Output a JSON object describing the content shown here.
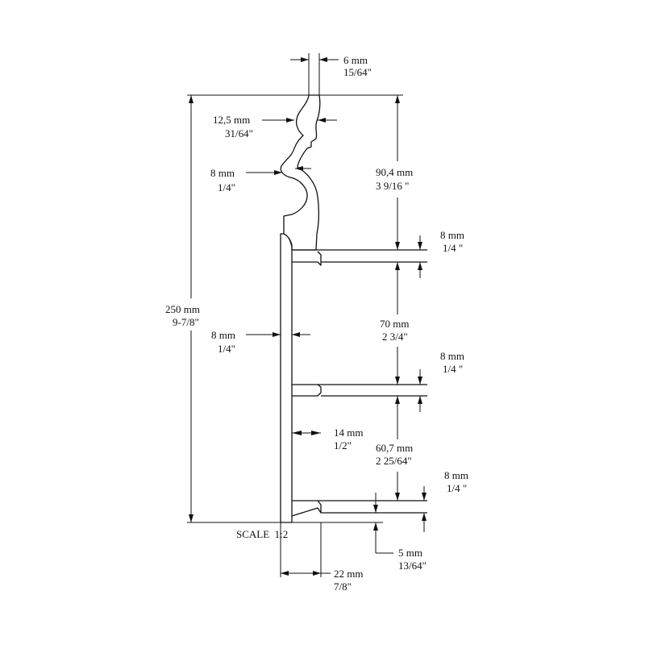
{
  "drawing": {
    "scale": "SCALE  1:2",
    "dims": {
      "top_thickness": {
        "mm": "6 mm",
        "inch": "15/64\""
      },
      "top_bead": {
        "mm": "12,5 mm",
        "inch": "31/64\""
      },
      "neck": {
        "mm": "8 mm",
        "inch": "1/4\""
      },
      "upper_height": {
        "mm": "90,4 mm",
        "inch": "3 9/16 \""
      },
      "total_height": {
        "mm": "250 mm",
        "inch": "9-7/8\""
      },
      "back_thickness": {
        "mm": "8 mm",
        "inch": "1/4\""
      },
      "rib_1": {
        "mm": "8 mm",
        "inch": "1/4 \""
      },
      "middle_height": {
        "mm": "70 mm",
        "inch": "2 3/4\""
      },
      "rib_2": {
        "mm": "8 mm",
        "inch": "1/4 \""
      },
      "lower_height": {
        "mm": "60,7 mm",
        "inch": "2 25/64\""
      },
      "lip": {
        "mm": "14 mm",
        "inch": "1/2\""
      },
      "rib_3": {
        "mm": "8 mm",
        "inch": "1/4 \""
      },
      "base_gap": {
        "mm": "5 mm",
        "inch": "13/64\""
      },
      "depth": {
        "mm": "22 mm",
        "inch": "7/8\""
      }
    }
  }
}
